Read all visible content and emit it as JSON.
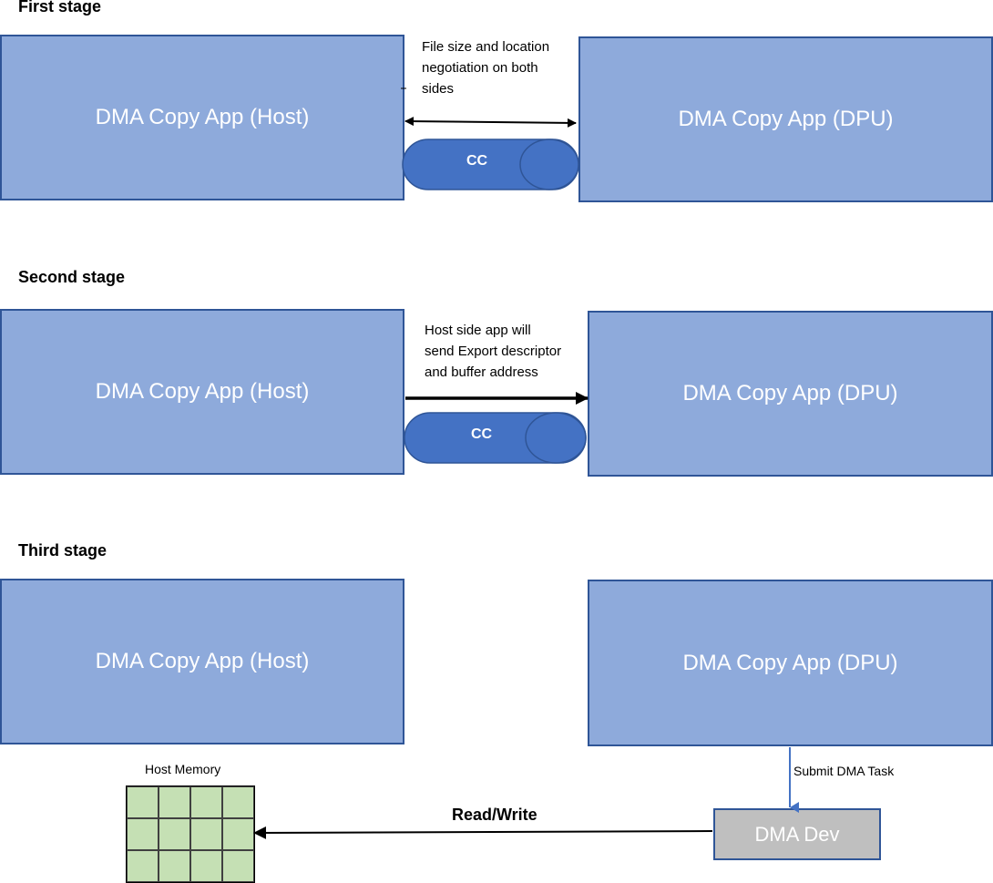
{
  "stages": [
    {
      "title": "First stage",
      "host_label": "DMA Copy App (Host)",
      "dpu_label": "DMA Copy App (DPU)",
      "note_lines": [
        "File size and location",
        "negotiation on both",
        "sides"
      ],
      "channel_label": "CC"
    },
    {
      "title": "Second stage",
      "host_label": "DMA Copy App (Host)",
      "dpu_label": "DMA Copy App (DPU)",
      "note_lines": [
        "Host side app will",
        "send Export descriptor",
        "and buffer address"
      ],
      "channel_label": "CC"
    },
    {
      "title": "Third stage",
      "host_label": "DMA Copy App (Host)",
      "dpu_label": "DMA Copy App (DPU)",
      "memory_label": "Host Memory",
      "submit_label": "Submit DMA Task",
      "dma_dev_label": "DMA Dev",
      "rw_label": "Read/Write"
    }
  ],
  "colors": {
    "app_box_fill": "#8eaadb",
    "app_box_border": "#2f5597",
    "channel_fill": "#4472c4",
    "memory_cell": "#c5e0b4",
    "dma_dev_fill": "#bfbfbf"
  }
}
